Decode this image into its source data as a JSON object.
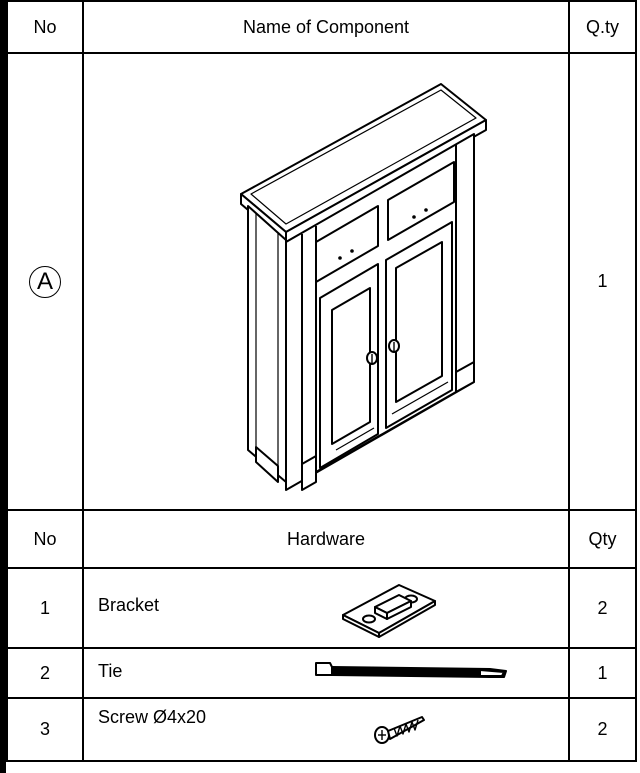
{
  "components_table": {
    "headers": {
      "no": "No",
      "name": "Name of Component",
      "qty": "Q.ty"
    },
    "rows": [
      {
        "no": "A",
        "qty": "1",
        "illustration": "sideboard-cabinet-illustration"
      }
    ]
  },
  "hardware_table": {
    "headers": {
      "no": "No",
      "name": "Hardware",
      "qty": "Qty"
    },
    "rows": [
      {
        "no": "1",
        "name": "Bracket",
        "qty": "2",
        "illustration": "bracket-illustration"
      },
      {
        "no": "2",
        "name": "Tie",
        "qty": "1",
        "illustration": "tie-strap-illustration"
      },
      {
        "no": "3",
        "name": "Screw Ø4x20",
        "qty": "2",
        "illustration": "screw-illustration"
      }
    ]
  }
}
